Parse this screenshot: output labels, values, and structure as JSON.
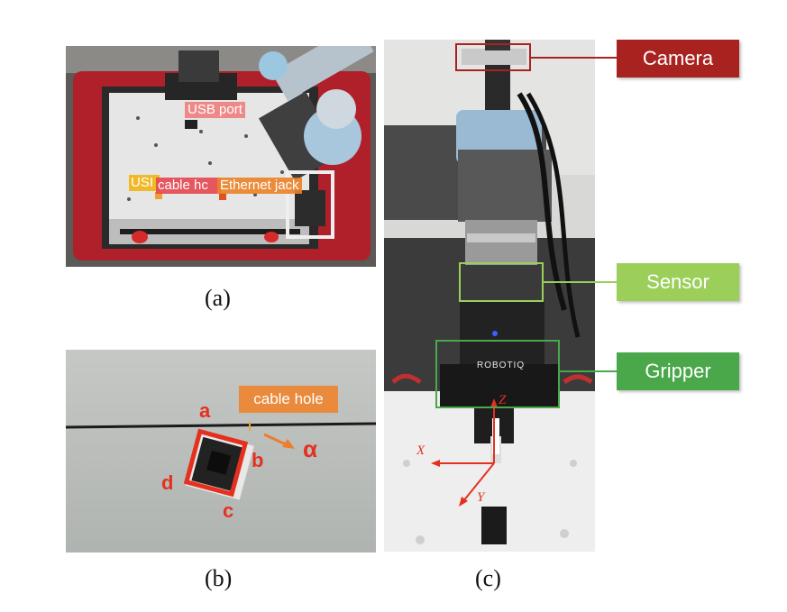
{
  "panel_a": {
    "caption": "(a)",
    "labels": {
      "usb_port": "USB port",
      "usb": "USI",
      "cable_hole": "cable hc",
      "ethernet_jack": "Ethernet jack"
    }
  },
  "panel_b": {
    "caption": "(b)",
    "cable_hole": "cable hole",
    "corners": {
      "a": "a",
      "b": "b",
      "c": "c",
      "d": "d"
    },
    "angle": "α"
  },
  "panel_c": {
    "caption": "(c)",
    "axes": {
      "x": "X",
      "y": "Y",
      "z": "Z"
    },
    "brand": "ROBOTIQ"
  },
  "callouts": {
    "camera": "Camera",
    "sensor": "Sensor",
    "gripper": "Gripper"
  },
  "colors": {
    "camera": "#a8231f",
    "sensor": "#9bcf5a",
    "gripper": "#4aa74a",
    "annotation_red": "#e53020",
    "annotation_orange": "#ee7d2c"
  }
}
